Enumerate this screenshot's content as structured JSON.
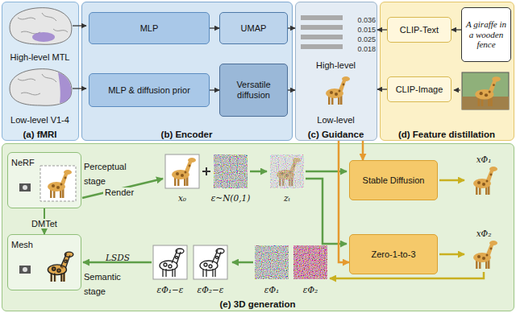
{
  "diagram": {
    "nodes": [
      {
        "text": [
          "High-level MTL",
          "Low-level V1-4",
          "(a) fMRI"
        ]
      },
      {
        "text": [
          "(b) Encoder"
        ]
      },
      {
        "text": [
          "MLP"
        ],
        "in": 1
      },
      {
        "text": [
          "UMAP"
        ],
        "in": 1
      },
      {
        "text": [
          "MLP & diffusion prior"
        ],
        "in": 1
      },
      {
        "text": [
          "Versatile diffusion"
        ],
        "in": 1
      },
      {
        "text": [
          "High-level",
          "Low-level",
          "(c) Guidance"
        ]
      },
      {
        "text": [
          "(d) Feature distillation"
        ]
      },
      {
        "text": [
          "CLIP-Text"
        ],
        "in": 7
      },
      {
        "text": [
          "A giraffe in a wooden fence"
        ],
        "in": 7
      },
      {
        "text": [
          "CLIP-Image"
        ],
        "in": 7
      },
      {
        "text": [
          "(e) 3D generation"
        ]
      },
      {
        "text": [
          "NeRF"
        ],
        "in": 11
      },
      {
        "text": [
          "Mesh"
        ],
        "in": 11
      },
      {
        "text": [
          "Stable Diffusion"
        ],
        "in": 11
      },
      {
        "text": [
          "Zero-1-to-3"
        ],
        "in": 11
      }
    ],
    "edges": [
      {
        "from": 2,
        "to": 3,
        "arrow": "to"
      },
      {
        "from": 4,
        "to": 5,
        "arrow": "to"
      },
      {
        "from": 9,
        "to": 8,
        "arrow": "to"
      },
      {
        "from": 3,
        "to": 6,
        "arrow": "to"
      },
      {
        "from": 5,
        "to": 6,
        "arrow": "to"
      },
      {
        "from": 8,
        "to": 6,
        "arrow": "to"
      },
      {
        "from": 10,
        "to": 6,
        "arrow": "to"
      },
      {
        "from": 12,
        "to": 13,
        "label": "DMTet",
        "arrow": "to"
      },
      {
        "from": 6,
        "to": 14,
        "arrow": "to"
      },
      {
        "from": 6,
        "to": 15,
        "arrow": "to"
      }
    ],
    "labels": [
      "0.036",
      "0.015",
      "0.025",
      "0.018",
      "Perceptual stage",
      "Semantic stage",
      "Render",
      "x₀",
      "ε~N(0,1)",
      "zₜ",
      "xΦ₁",
      "xΦ₂",
      "εΦ₁−ε",
      "εΦ₂−ε",
      "εΦ₁",
      "εΦ₂",
      "LSDS"
    ]
  }
}
